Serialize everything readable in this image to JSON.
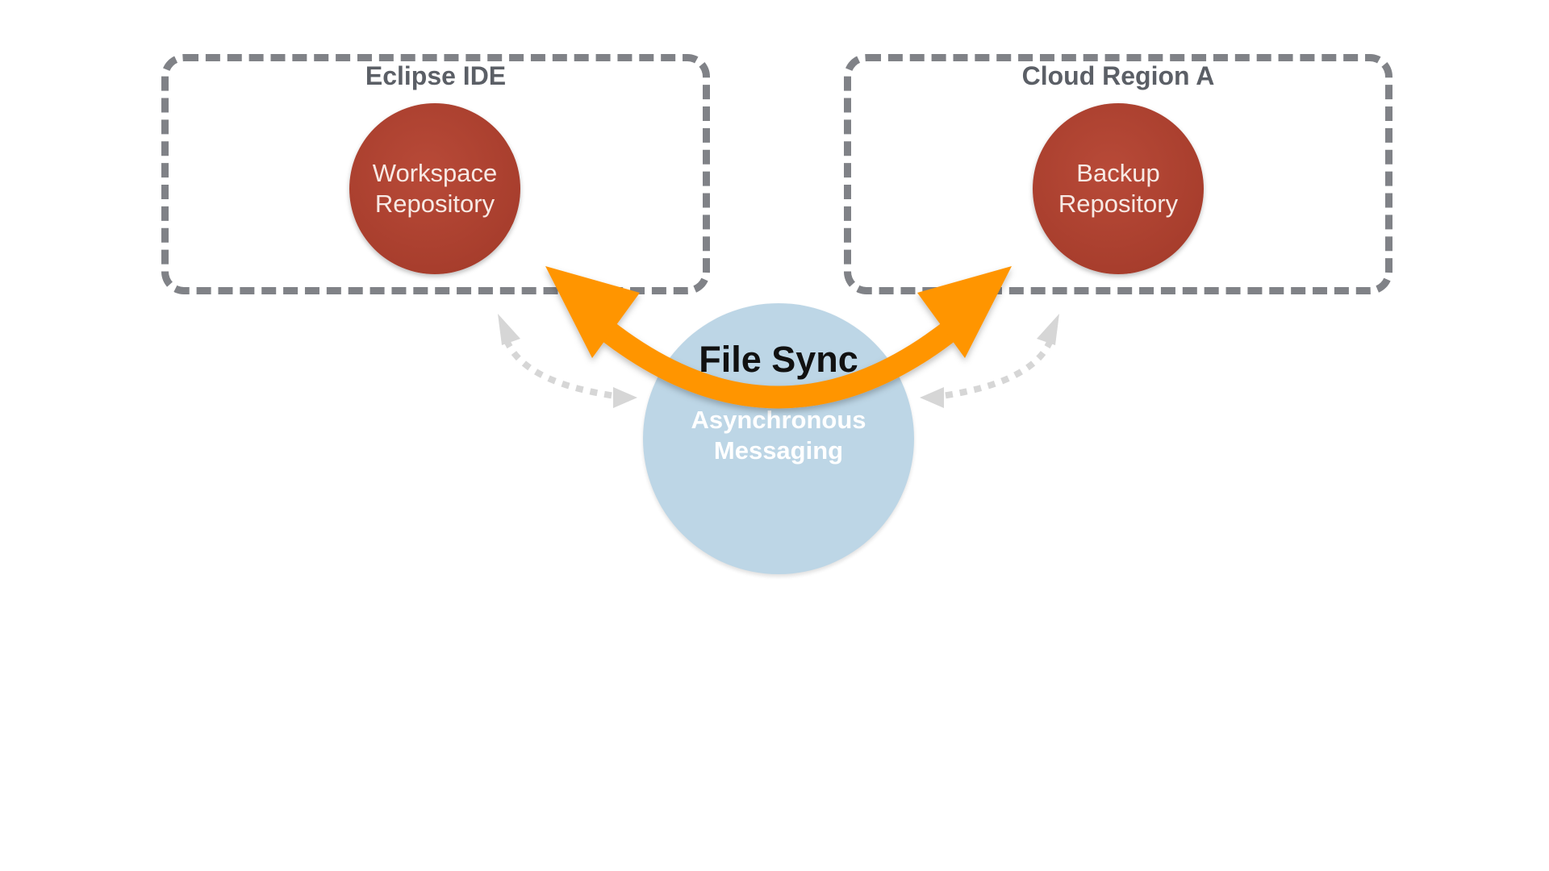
{
  "groups": {
    "left": {
      "title": "Eclipse IDE"
    },
    "right": {
      "title": "Cloud Region A"
    }
  },
  "repositories": {
    "left": {
      "label": "Workspace\nRepository"
    },
    "right": {
      "label": "Backup\nRepository"
    }
  },
  "hub": {
    "label": "Asynchronous\nMessaging"
  },
  "connection": {
    "label": "File Sync"
  },
  "colors": {
    "group_border": "#808287",
    "group_title": "#5b5f66",
    "repository_fill": "#a83e2d",
    "hub_fill": "#bdd6e6",
    "sync_arrow": "#ff9500",
    "dotted_arrows": "#d6d6d6"
  }
}
